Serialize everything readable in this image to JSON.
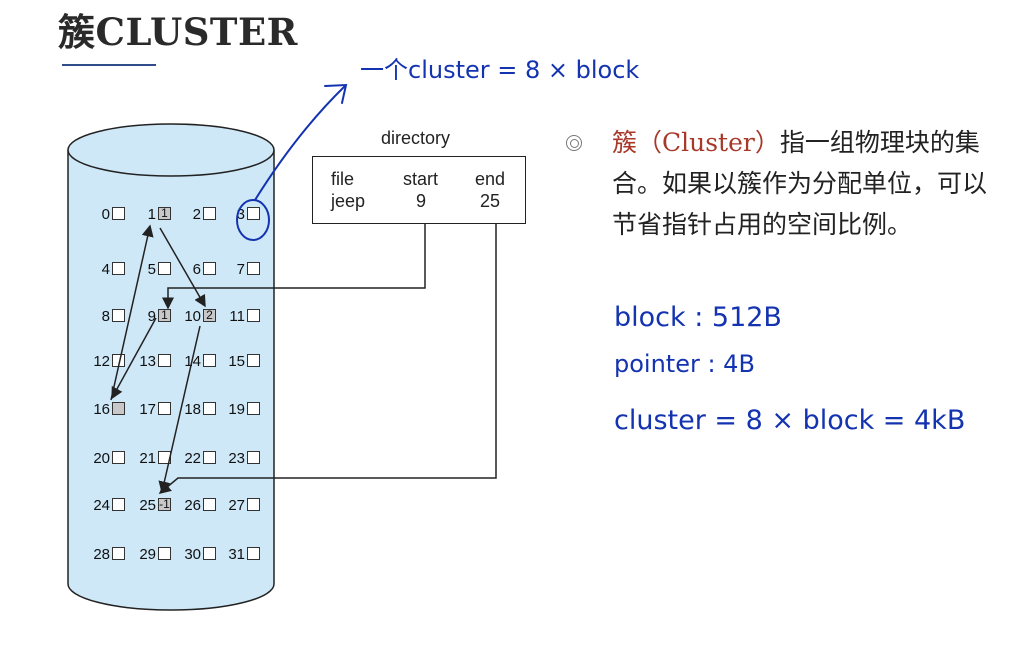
{
  "title": "簇CLUSTER",
  "annotation_top": "一个cluster = 8 × block",
  "directory": {
    "title": "directory",
    "headers": [
      "file",
      "start",
      "end"
    ],
    "row": [
      "jeep",
      "9",
      "25"
    ]
  },
  "disk_blocks": [
    {
      "n": "0",
      "box": ""
    },
    {
      "n": "1",
      "box": "1",
      "used": true
    },
    {
      "n": "2",
      "box": ""
    },
    {
      "n": "3",
      "box": ""
    },
    {
      "n": "4",
      "box": ""
    },
    {
      "n": "5",
      "box": ""
    },
    {
      "n": "6",
      "box": ""
    },
    {
      "n": "7",
      "box": ""
    },
    {
      "n": "8",
      "box": ""
    },
    {
      "n": "9",
      "box": "1",
      "used": true
    },
    {
      "n": "10",
      "box": "2",
      "used": true
    },
    {
      "n": "11",
      "box": ""
    },
    {
      "n": "12",
      "box": ""
    },
    {
      "n": "13",
      "box": ""
    },
    {
      "n": "14",
      "box": ""
    },
    {
      "n": "15",
      "box": ""
    },
    {
      "n": "16",
      "box": "",
      "grey": true
    },
    {
      "n": "17",
      "box": ""
    },
    {
      "n": "18",
      "box": ""
    },
    {
      "n": "19",
      "box": ""
    },
    {
      "n": "20",
      "box": ""
    },
    {
      "n": "21",
      "box": ""
    },
    {
      "n": "22",
      "box": ""
    },
    {
      "n": "23",
      "box": ""
    },
    {
      "n": "24",
      "box": ""
    },
    {
      "n": "25",
      "box": "-1",
      "used": true
    },
    {
      "n": "26",
      "box": ""
    },
    {
      "n": "27",
      "box": ""
    },
    {
      "n": "28",
      "box": ""
    },
    {
      "n": "29",
      "box": ""
    },
    {
      "n": "30",
      "box": ""
    },
    {
      "n": "31",
      "box": ""
    }
  ],
  "description": {
    "term": "簇（Cluster）",
    "text": "指一组物理块的集合。如果以簇作为分配单位，可以节省指针占用的空间比例。"
  },
  "notes": {
    "block": "block : 512B",
    "pointer": "pointer : 4B",
    "cluster": "cluster = 8 × block = 4kB"
  },
  "colors": {
    "accent_red": "#a8392a",
    "ink_blue": "#1333b0",
    "disk_fill": "#cfe8f7"
  }
}
